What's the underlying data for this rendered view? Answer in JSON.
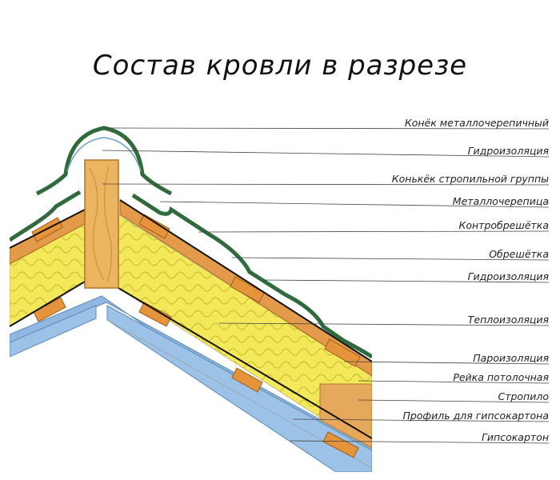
{
  "title": "Состав кровли в разрезе",
  "labels": [
    "Конёк металлочерепичный",
    "Гидроизоляция",
    "Конькёк стропильной группы",
    "Металлочерепица",
    "Контробрешётка",
    "Обрешётка",
    "Гидроизоляция",
    "Теплоизоляция",
    "Пароизоляция",
    "Рейка потолочная",
    "Стропило",
    "Профиль для гипсокартона",
    "Гипсокартон"
  ]
}
